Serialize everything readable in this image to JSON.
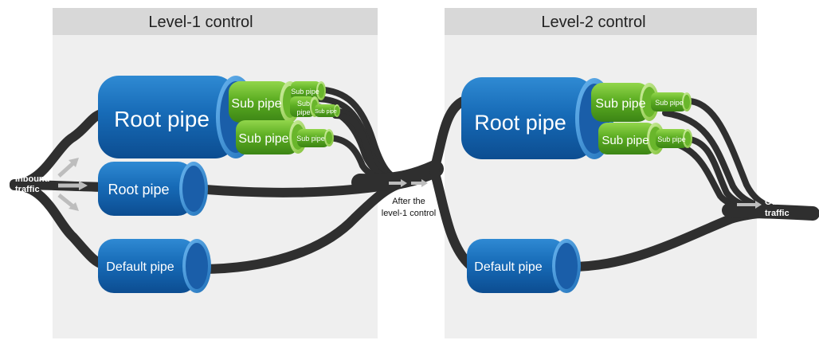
{
  "panels": {
    "level1": {
      "title": "Level-1 control"
    },
    "level2": {
      "title": "Level-2 control"
    }
  },
  "labels": {
    "inbound": [
      "Inbound",
      "traffic"
    ],
    "middle": [
      "After the",
      "level-1 control"
    ],
    "outbound": [
      "Outbound",
      "traffic"
    ]
  },
  "pipes": {
    "l1_root_top": "Root pipe",
    "l1_root_mid": "Root pipe",
    "l1_default": "Default pipe",
    "l1_sub_a": "Sub pipe",
    "l1_sub_b": "Sub pipe",
    "l1_sub_a1": "Sub pipe",
    "l1_sub_a2": [
      "Sub",
      "pipe"
    ],
    "l1_sub_a3": "Sub pipe",
    "l1_sub_b1": "Sub pipe",
    "l2_root": "Root pipe",
    "l2_default": "Default pipe",
    "l2_sub_a": "Sub pipe",
    "l2_sub_b": "Sub pipe",
    "l2_sub_a1": "Sub pipe",
    "l2_sub_b1": "Sub pipe"
  },
  "colors": {
    "panel_bg": "#efefef",
    "panel_header": "#d8d8d8",
    "pipe_blue_light": "#2e86cf",
    "pipe_blue_dark": "#0f4f95",
    "pipe_green_light": "#8dd23f",
    "pipe_green_dark": "#3f8f18",
    "flow": "#2f2f2f",
    "arrow": "#b7b7b7"
  }
}
